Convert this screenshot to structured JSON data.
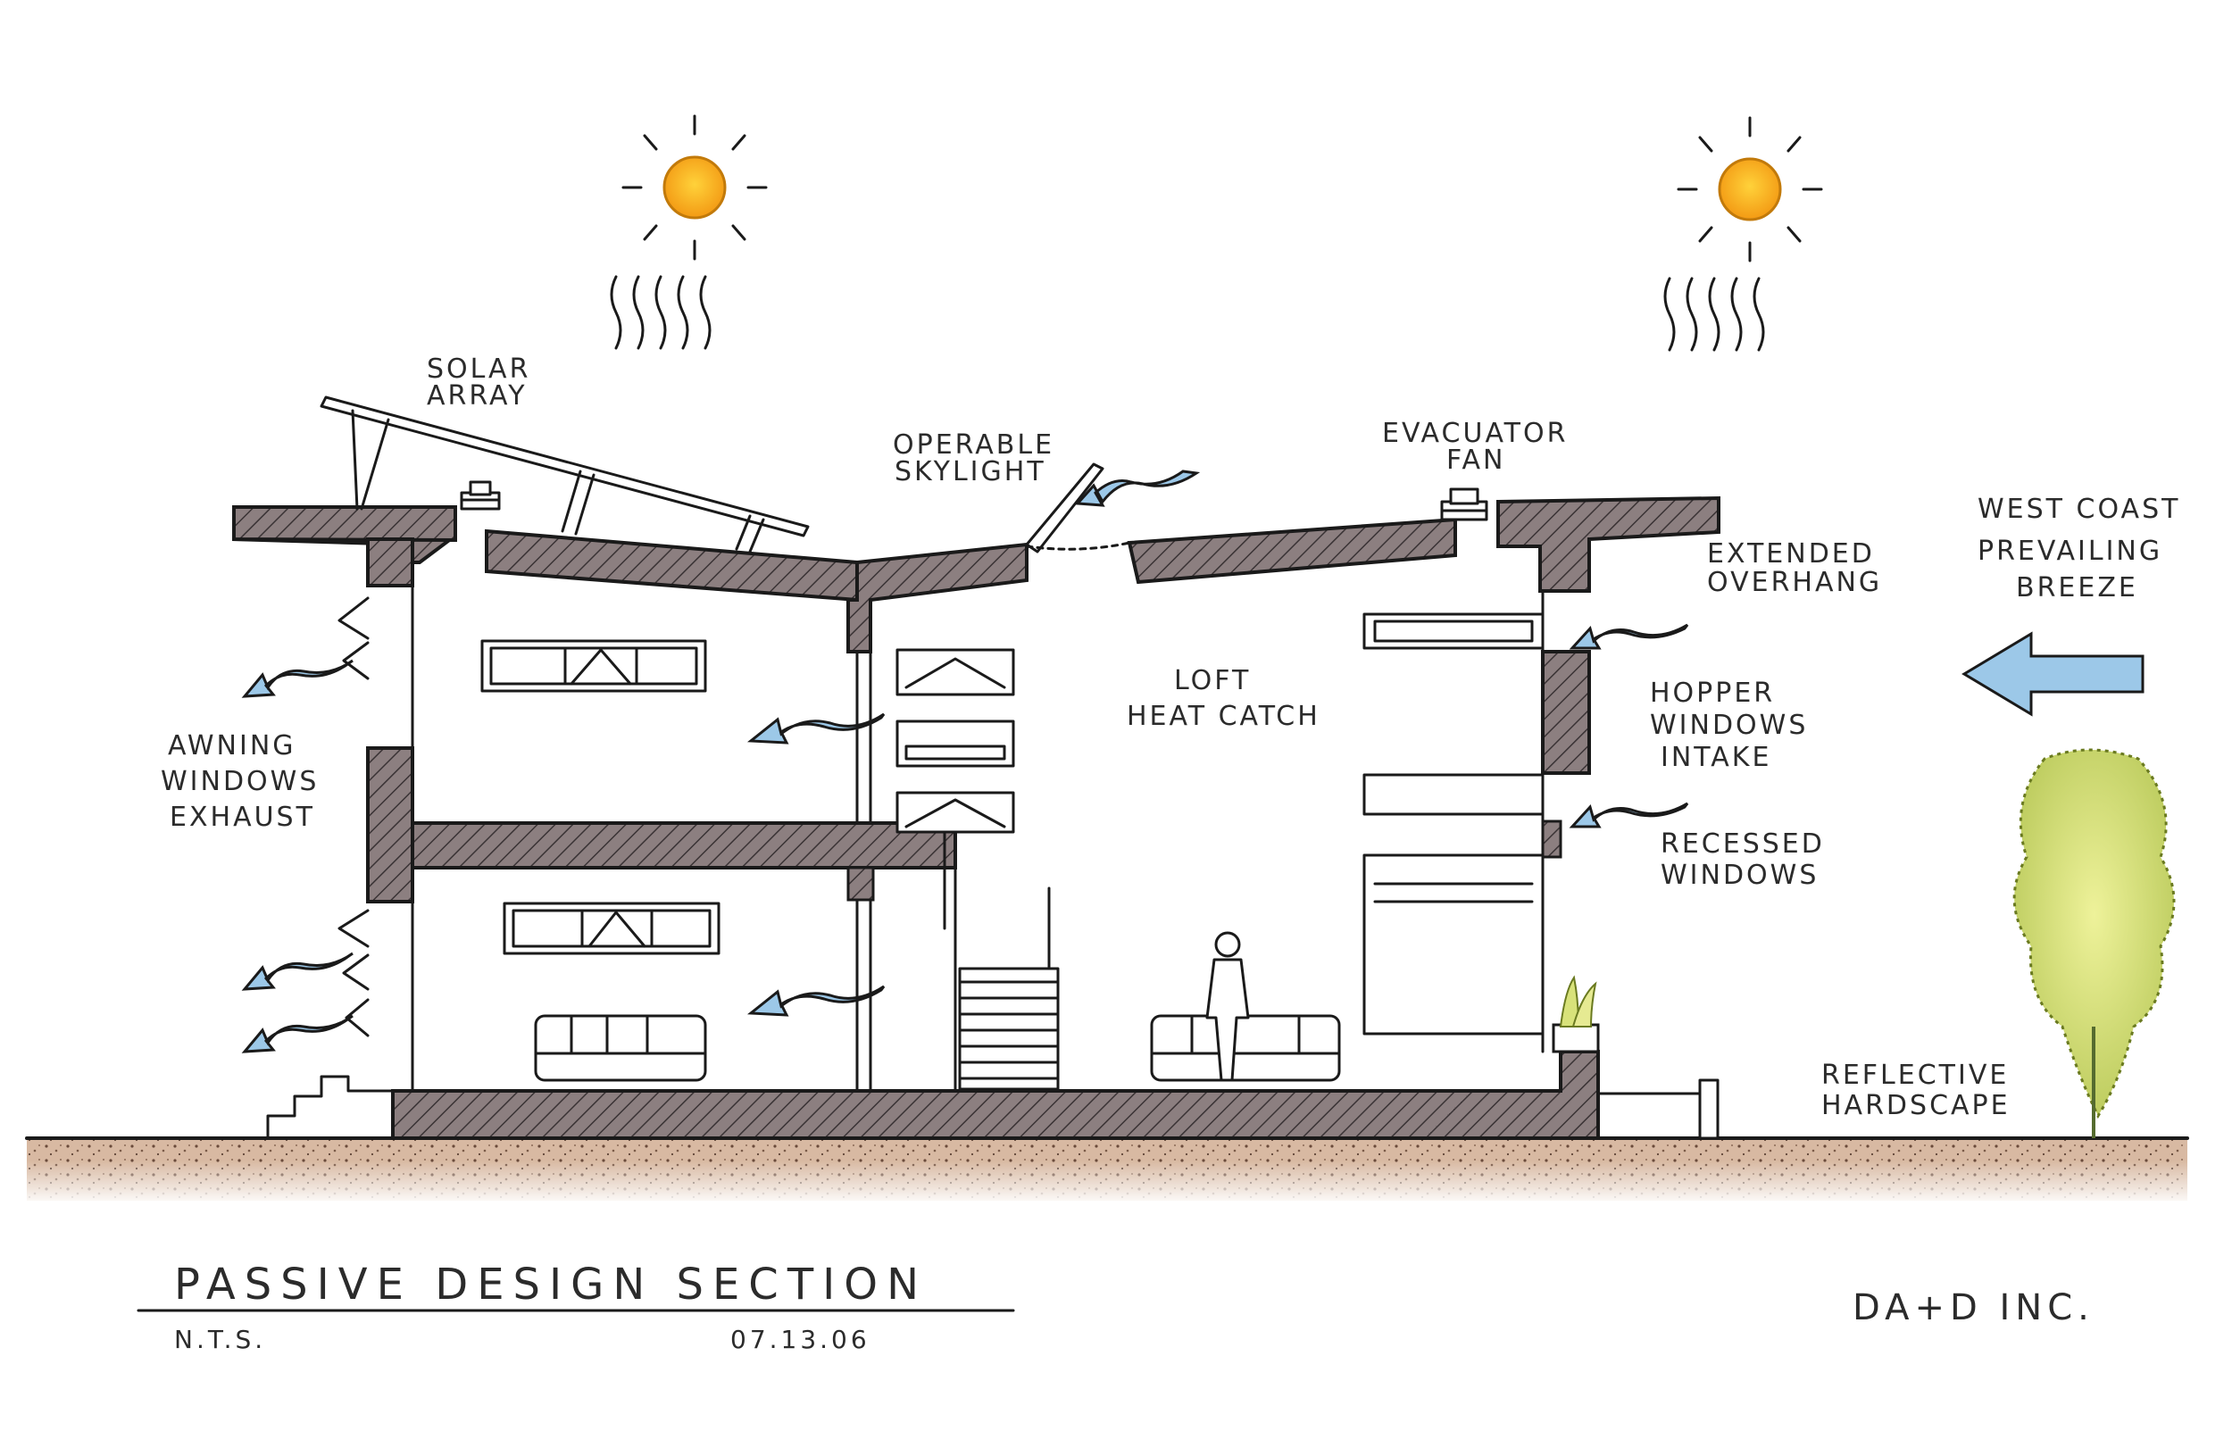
{
  "title": "PASSIVE DESIGN SECTION",
  "scale": "N.T.S.",
  "date": "07.13.06",
  "firm": "DA+D INC.",
  "labels": {
    "solar_array": [
      "SOLAR",
      "ARRAY"
    ],
    "operable_skylight": [
      "OPERABLE",
      "SKYLIGHT"
    ],
    "evacuator_fan": [
      "EVACUATOR",
      "FAN"
    ],
    "west_coast_breeze": [
      "WEST COAST",
      "PREVAILING",
      "BREEZE"
    ],
    "extended_overhang": [
      "EXTENDED",
      "OVERHANG"
    ],
    "hopper_windows": [
      "HOPPER",
      "WINDOWS",
      "INTAKE"
    ],
    "recessed_windows": [
      "RECESSED",
      "WINDOWS"
    ],
    "awning_windows": [
      "AWNING",
      "WINDOWS",
      "EXHAUST"
    ],
    "loft": [
      "LOFT",
      "HEAT CATCH"
    ],
    "reflective_hardscape": [
      "REFLECTIVE",
      "HARDSCAPE"
    ]
  },
  "colors": {
    "sun": "#f7a21a",
    "sun_core": "#ffd23a",
    "breeze": "#9cc8e8",
    "structure": "#8c7f80",
    "ground": "#c9a58c",
    "tree": "#d8e27a"
  }
}
